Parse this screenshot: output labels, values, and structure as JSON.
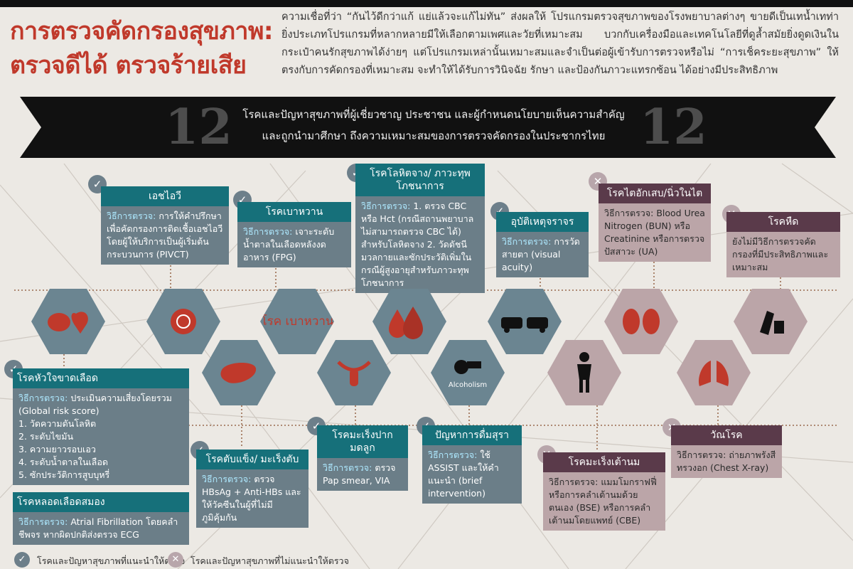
{
  "title": {
    "line1": "การตรวจคัดกรองสุขภาพ:",
    "line2": "ตรวจดีได้ ตรวจร้ายเสีย"
  },
  "intro": "ความเชื่อที่ว่า “กันไว้ดีกว่าแก้ แย่แล้วจะแก้ไม่ทัน” ส่งผลให้ โปรแกรมตรวจสุขภาพของโรงพยาบาลต่างๆ ขายดีเป็นเทน้ำเทท่า ยิ่งประเภทโปรแกรมที่หลากหลายมีให้เลือกตามเพศและวัยที่เหมาะสม บวกกับเครื่องมือและเทคโนโลยีที่ดูล้ำสมัยยิ่งดูดเงินในกระเป๋าคนรักสุขภาพได้ง่ายๆ แต่โปรแกรมเหล่านั้นเหมาะสมและจำเป็นต่อผู้เข้ารับการตรวจหรือไม่ “การเช็คระยะสุขภาพ” ให้ตรงกับการคัดกรองที่เหมาะสม จะทำให้ได้รับการวินิจฉัย รักษา และป้องกันภาวะแทรกซ้อน ได้อย่างมีประสิทธิภาพ",
  "banner": {
    "number": "12",
    "line1": "โรคและปัญหาสุขภาพที่ผู้เชี่ยวชาญ ประชาชน และผู้กำหนดนโยบายเห็นความสำคัญ",
    "line2": "และถูกนำมาศึกษา ถึงความเหมาะสมของการตรวจคัดกรองในประชากรไทย"
  },
  "method_label": "วิธีการตรวจ:",
  "icons": {
    "check": "✓",
    "cross": "✕"
  },
  "boxes": {
    "hiv": {
      "title": "เอชไอวี",
      "text": "การให้คำปรึกษาเพื่อคัดกรองการติดเชื้อเอชไอวีโดยผู้ให้บริการเป็นผู้เริ่มต้นกระบวนการ (PIVCT)"
    },
    "diabetes": {
      "title": "โรคเบาหวาน",
      "text": "เจาะระดับน้ำตาลในเลือดหลังงดอาหาร (FPG)"
    },
    "anemia": {
      "title": "โรคโลหิตจาง/ ภาวะทุพโภชนาการ",
      "text": "1. ตรวจ CBC หรือ Hct (กรณีสถานพยาบาลไม่สามารถตรวจ CBC ได้) สำหรับโลหิตจาง 2. วัดดัชนีมวลกายและซักประวัติเพิ่มในกรณีผู้สูงอายุสำหรับภาวะทุพโภชนาการ"
    },
    "accident": {
      "title": "อุบัติเหตุจราจร",
      "text": "การวัดสายตา (visual acuity)"
    },
    "kidney": {
      "title": "โรคไตอักเสบ/นิ่วในไต",
      "text": "Blood Urea Nitrogen (BUN) หรือ Creatinine หรือการตรวจปัสสาวะ (UA)"
    },
    "asthma": {
      "title": "โรคหืด",
      "text": "ยังไม่มีวิธีการตรวจคัดกรองที่มีประสิทธิภาพและเหมาะสม"
    },
    "cvd": {
      "title": "โรคหัวใจขาดเลือด",
      "text": "ประเมินความเสี่ยงโดยรวม (Global risk score)",
      "items": [
        "1. วัดความดันโลหิต",
        "2. ระดับไขมัน",
        "3. ความยาวรอบเอว",
        "4. ระดับน้ำตาลในเลือด",
        "5. ซักประวัติการสูบบุหรี่"
      ]
    },
    "stroke": {
      "title": "โรคหลอดเลือดสมอง",
      "text": "Atrial Fibrillation โดยคลำชีพจร หากผิดปกติส่งตรวจ ECG"
    },
    "liver": {
      "title": "โรคตับแข็ง/ มะเร็งตับ",
      "text": "ตรวจ HBsAg + Anti-HBs และให้วัคซีนในผู้ที่ไม่มีภูมิคุ้มกัน"
    },
    "cervical": {
      "title": "โรคมะเร็งปากมดลูก",
      "text": "ตรวจ Pap smear, VIA"
    },
    "alcohol": {
      "title": "ปัญหาการดื่มสุรา",
      "text": "ใช้ ASSIST และให้คำแนะนำ (brief intervention)"
    },
    "breast": {
      "title": "โรคมะเร็งเต้านม",
      "text": "แมมโมกราฟฟี่ หรือการคลำเต้านมด้วยตนเอง (BSE) หรือการคลำเต้านมโดยแพทย์ (CBE)"
    },
    "tb": {
      "title": "วัณโรค",
      "text": "ถ่ายภาพรังสีทรวงอก (Chest X-ray)"
    }
  },
  "hex_labels": {
    "diabetes": "โรค เบาหวาน",
    "alcoholism": "Alcoholism"
  },
  "legend": {
    "recommended": "โรคและปัญหาสุขภาพที่แนะนำให้ตรวจ",
    "not_recommended": "โรคและปัญหาสุขภาพที่ไม่แนะนำให้ตรวจ"
  },
  "colors": {
    "title_red": "#c0392b",
    "teal_header": "#16707a",
    "slate_box": "#667b85",
    "plum_header": "#5a3a4a",
    "mauve_box": "#bba5a8",
    "banner_black": "#111111"
  }
}
